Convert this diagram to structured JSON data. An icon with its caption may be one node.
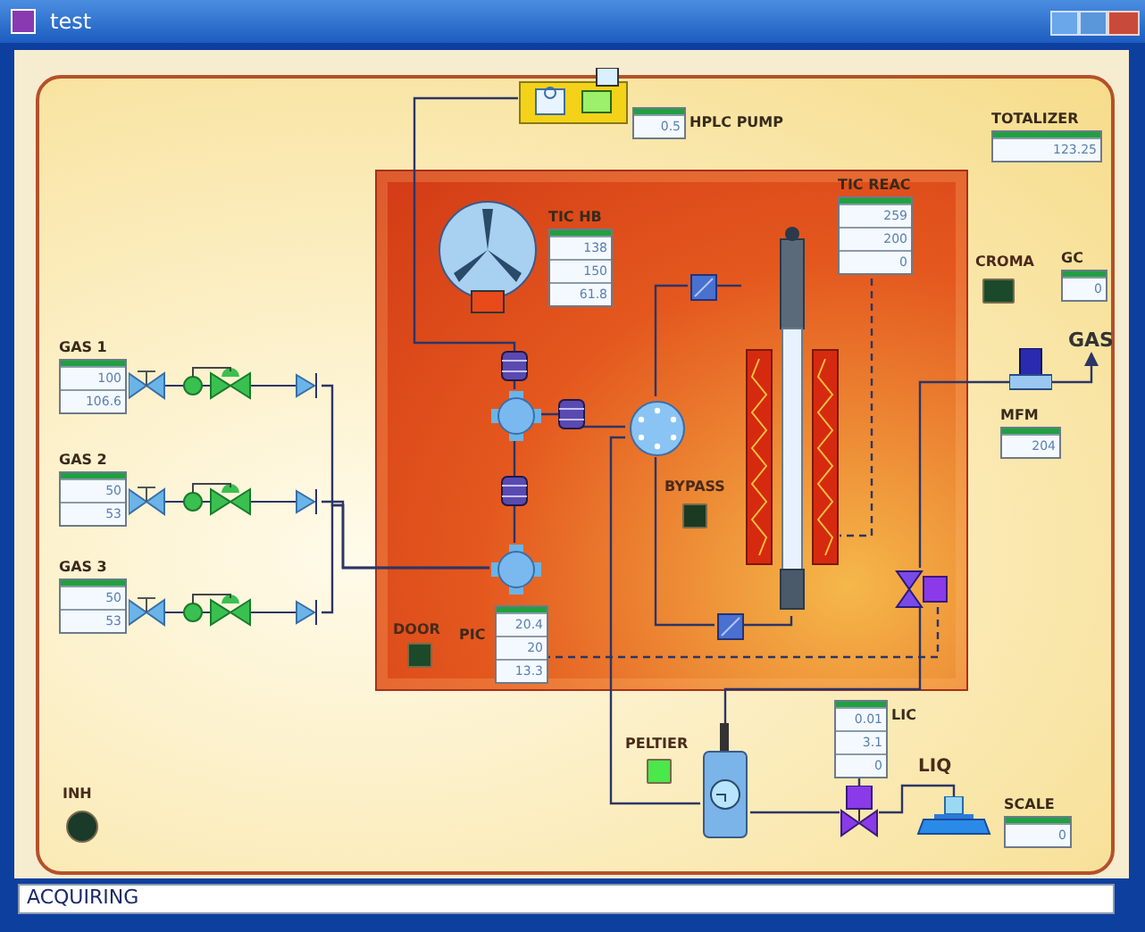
{
  "diagram": {
    "nodes": [
      {
        "text": [],
        "shape": "box"
      },
      {
        "text": [
          "GAS 1",
          "100",
          "106.6"
        ]
      },
      {
        "text": [
          "GAS 2",
          "50",
          "53"
        ]
      },
      {
        "text": [
          "GAS 3",
          "50",
          "53"
        ]
      },
      {
        "text": [],
        "shape": "picture"
      },
      {
        "text": [],
        "shape": "picture"
      },
      {
        "text": [],
        "shape": "picture"
      },
      {
        "text": [],
        "shape": "circle",
        "in": 0
      },
      {
        "text": [],
        "shape": "circle",
        "in": 0
      },
      {
        "text": [
          "0.5",
          "HPLC PUMP"
        ]
      },
      {
        "text": [],
        "shape": "picture"
      },
      {
        "text": [],
        "shape": "picture",
        "in": 0
      },
      {
        "text": [
          "TIC HB",
          "138",
          "150",
          "61.8"
        ],
        "in": 0
      },
      {
        "text": [],
        "shape": "picture",
        "in": 0
      },
      {
        "text": [],
        "shape": "picture",
        "in": 0
      },
      {
        "text": [
          "TIC REAC",
          "259",
          "200",
          "0"
        ],
        "in": 0
      },
      {
        "text": [],
        "shape": "picture",
        "in": 0
      },
      {
        "text": [],
        "shape": "picture",
        "in": 0
      },
      {
        "text": [
          "PIC",
          "20.4",
          "20",
          "13.3"
        ],
        "in": 0
      },
      {
        "text": [],
        "shape": "picture"
      },
      {
        "text": [
          "0.01",
          "3.1",
          "0",
          "LIC"
        ]
      },
      {
        "text": [],
        "shape": "picture"
      },
      {
        "text": [],
        "shape": "picture"
      },
      {
        "text": [
          "SCALE",
          "0"
        ]
      },
      {
        "text": [],
        "shape": "picture",
        "in": 0
      },
      {
        "text": [],
        "shape": "picture"
      },
      {
        "text": [
          "MFM",
          "204"
        ]
      },
      {
        "text": [
          "TOTALIZER",
          "123.25"
        ]
      },
      {
        "text": [
          "GC",
          "0"
        ]
      },
      {
        "text": [
          "GAS"
        ]
      }
    ],
    "edges": [
      {
        "from": 4,
        "to": 8,
        "arrow": "none"
      },
      {
        "from": 5,
        "to": 8,
        "arrow": "none"
      },
      {
        "from": 6,
        "to": 8,
        "arrow": "none"
      },
      {
        "from": 8,
        "to": 7,
        "arrow": "none"
      },
      {
        "from": 10,
        "to": 7,
        "arrow": "none"
      },
      {
        "from": 7,
        "to": 13,
        "arrow": "none"
      },
      {
        "from": 13,
        "to": 16,
        "arrow": "none"
      },
      {
        "from": 16,
        "to": 14,
        "arrow": "none"
      },
      {
        "from": 14,
        "to": 17,
        "arrow": "none"
      },
      {
        "from": 17,
        "to": 13,
        "arrow": "none"
      },
      {
        "from": 13,
        "to": 19,
        "arrow": "none"
      },
      {
        "from": 19,
        "to": 24,
        "arrow": "none"
      },
      {
        "from": 24,
        "to": 25,
        "arrow": "none"
      },
      {
        "from": 25,
        "to": 29,
        "arrow": "to"
      },
      {
        "from": 19,
        "to": 21,
        "arrow": "none"
      },
      {
        "from": 21,
        "to": 22,
        "arrow": "none"
      },
      {
        "from": 20,
        "to": 21,
        "arrow": "none"
      },
      {
        "from": 15,
        "to": 14,
        "arrow": "none",
        "style": "dashed"
      },
      {
        "from": 18,
        "to": 24,
        "arrow": "none",
        "style": "dashed"
      }
    ],
    "labels": [
      "test",
      "CROMA",
      "BYPASS",
      "DOOR",
      "PELTIER",
      "LIQ",
      "INH",
      "ACQUIRING"
    ]
  }
}
